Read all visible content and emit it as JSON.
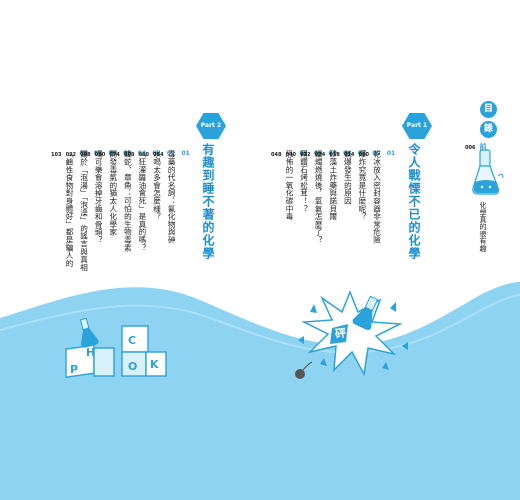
{
  "header": {
    "toc_1": "目",
    "toc_2": "錄"
  },
  "preface": {
    "label": "前言",
    "title": "化學真的很有趣",
    "page": "006"
  },
  "part1": {
    "badge": "Part 1",
    "title": "令人戰慄不已的化學",
    "items": [
      {
        "num": "01",
        "text": "乾冰放入密封容器非常危險",
        "page": "010"
      },
      {
        "num": "02",
        "text": "爆炸究竟是什麼呢？",
        "page": "014"
      },
      {
        "num": "03",
        "text": "氣爆發生的原因",
        "page": "018"
      },
      {
        "num": "04",
        "text": "矽藻土炸藥與諾貝爾",
        "page": "024"
      },
      {
        "num": "05",
        "text": "蠟燭燃燒後，氧氣怎麼了？",
        "page": "032"
      },
      {
        "num": "06",
        "text": "用鑽石烤松茸！？",
        "page": "040"
      },
      {
        "num": "07",
        "text": "恐怖的一氧化碳中毒",
        "page": "048"
      }
    ]
  },
  "part2": {
    "badge": "Part 2",
    "title": "有趣到睡不著的化學",
    "items": [
      {
        "num": "01",
        "text": "毒藥的代名詞：氰化物與砷",
        "page": "054"
      },
      {
        "num": "02",
        "text": "水喝太多會怎麼樣？",
        "page": "060"
      },
      {
        "num": "03",
        "text": "「狂灌醬油會死」是真的嗎？",
        "page": "068"
      },
      {
        "num": "04",
        "text": "蝮蛇、章魚：可怕的生物毒素",
        "page": "074"
      },
      {
        "num": "05",
        "text": "開發毒氣的猶太人化學家",
        "page": "080"
      },
      {
        "num": "06",
        "text": "喝可樂會溶掉牙齒和骨頭？",
        "page": "088"
      },
      {
        "num": "07",
        "text": "關於「泡湯」「泡澡」的謠言與真相",
        "page": "092"
      },
      {
        "num": "08",
        "text": "「鹼性食物對身體好」都是騙人的",
        "page": "103"
      }
    ]
  },
  "illustration": {
    "bang_label": "砰",
    "blocks": [
      "P",
      "H",
      "C",
      "O",
      "K"
    ]
  },
  "colors": {
    "accent": "#2aa3dc",
    "title": "#1a8fd2",
    "wave": "#8fd3f2"
  }
}
